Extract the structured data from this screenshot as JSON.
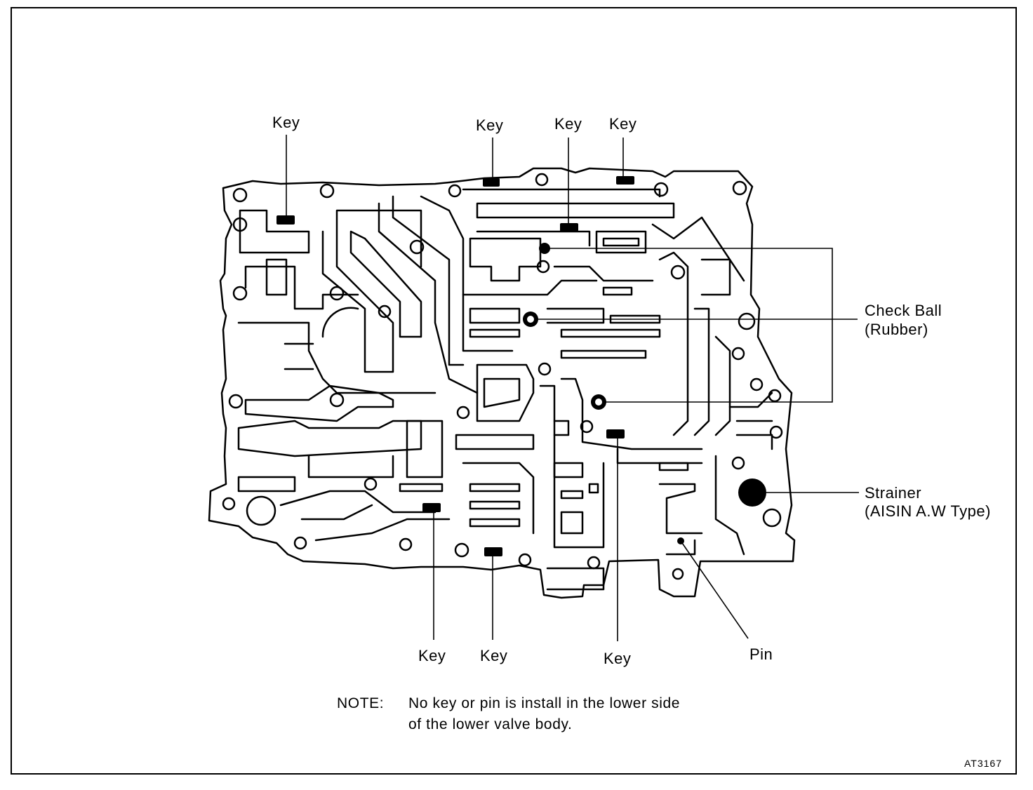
{
  "labels": {
    "key_top_1": "Key",
    "key_top_2": "Key",
    "key_top_3": "Key",
    "key_top_4": "Key",
    "key_bottom_1": "Key",
    "key_bottom_2": "Key",
    "key_bottom_3": "Key",
    "pin": "Pin",
    "check_ball_line1": "Check Ball",
    "check_ball_line2": "(Rubber)",
    "strainer_line1": "Strainer",
    "strainer_line2": "(AISIN A.W Type)"
  },
  "note": {
    "prefix": "NOTE:",
    "line1": "No key or pin is install in the lower side",
    "line2": "of the lower valve body."
  },
  "figure_code": "AT3167"
}
